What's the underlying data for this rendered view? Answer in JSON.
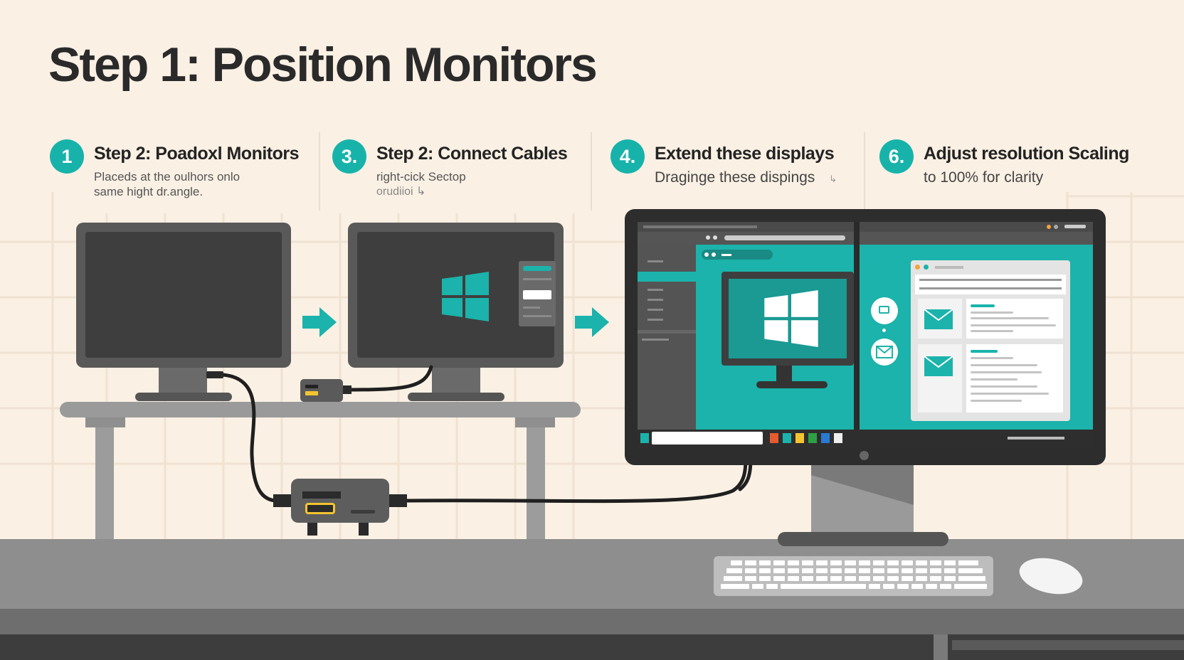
{
  "title": "Step 1: Position Monitors",
  "steps": [
    {
      "number": "1",
      "title": "Step 2: Poadoxl Monitors",
      "desc": [
        "Placeds at the oulhors onlo",
        "same hight dr.angle."
      ]
    },
    {
      "number": "3.",
      "title": "Step 2: Connect Cables",
      "desc": [
        "right-cick Sectop",
        "orudiioi ↳"
      ]
    },
    {
      "number": "4.",
      "title": "Extend these displays",
      "desc": [
        "Draginge these dispings"
      ],
      "desc_mark": "↳"
    },
    {
      "number": "6.",
      "title": "Adjust resolution Scaling",
      "desc": [
        "to 100% for clarity"
      ]
    }
  ],
  "colors": {
    "accent": "#17b3aa",
    "background": "#faf0e4",
    "hardware": "#595959",
    "port": "#f4c430"
  },
  "icons": [
    "windows-logo-icon",
    "arrow-right-icon",
    "mail-icon",
    "chat-icon",
    "hdmi-port-icon"
  ]
}
